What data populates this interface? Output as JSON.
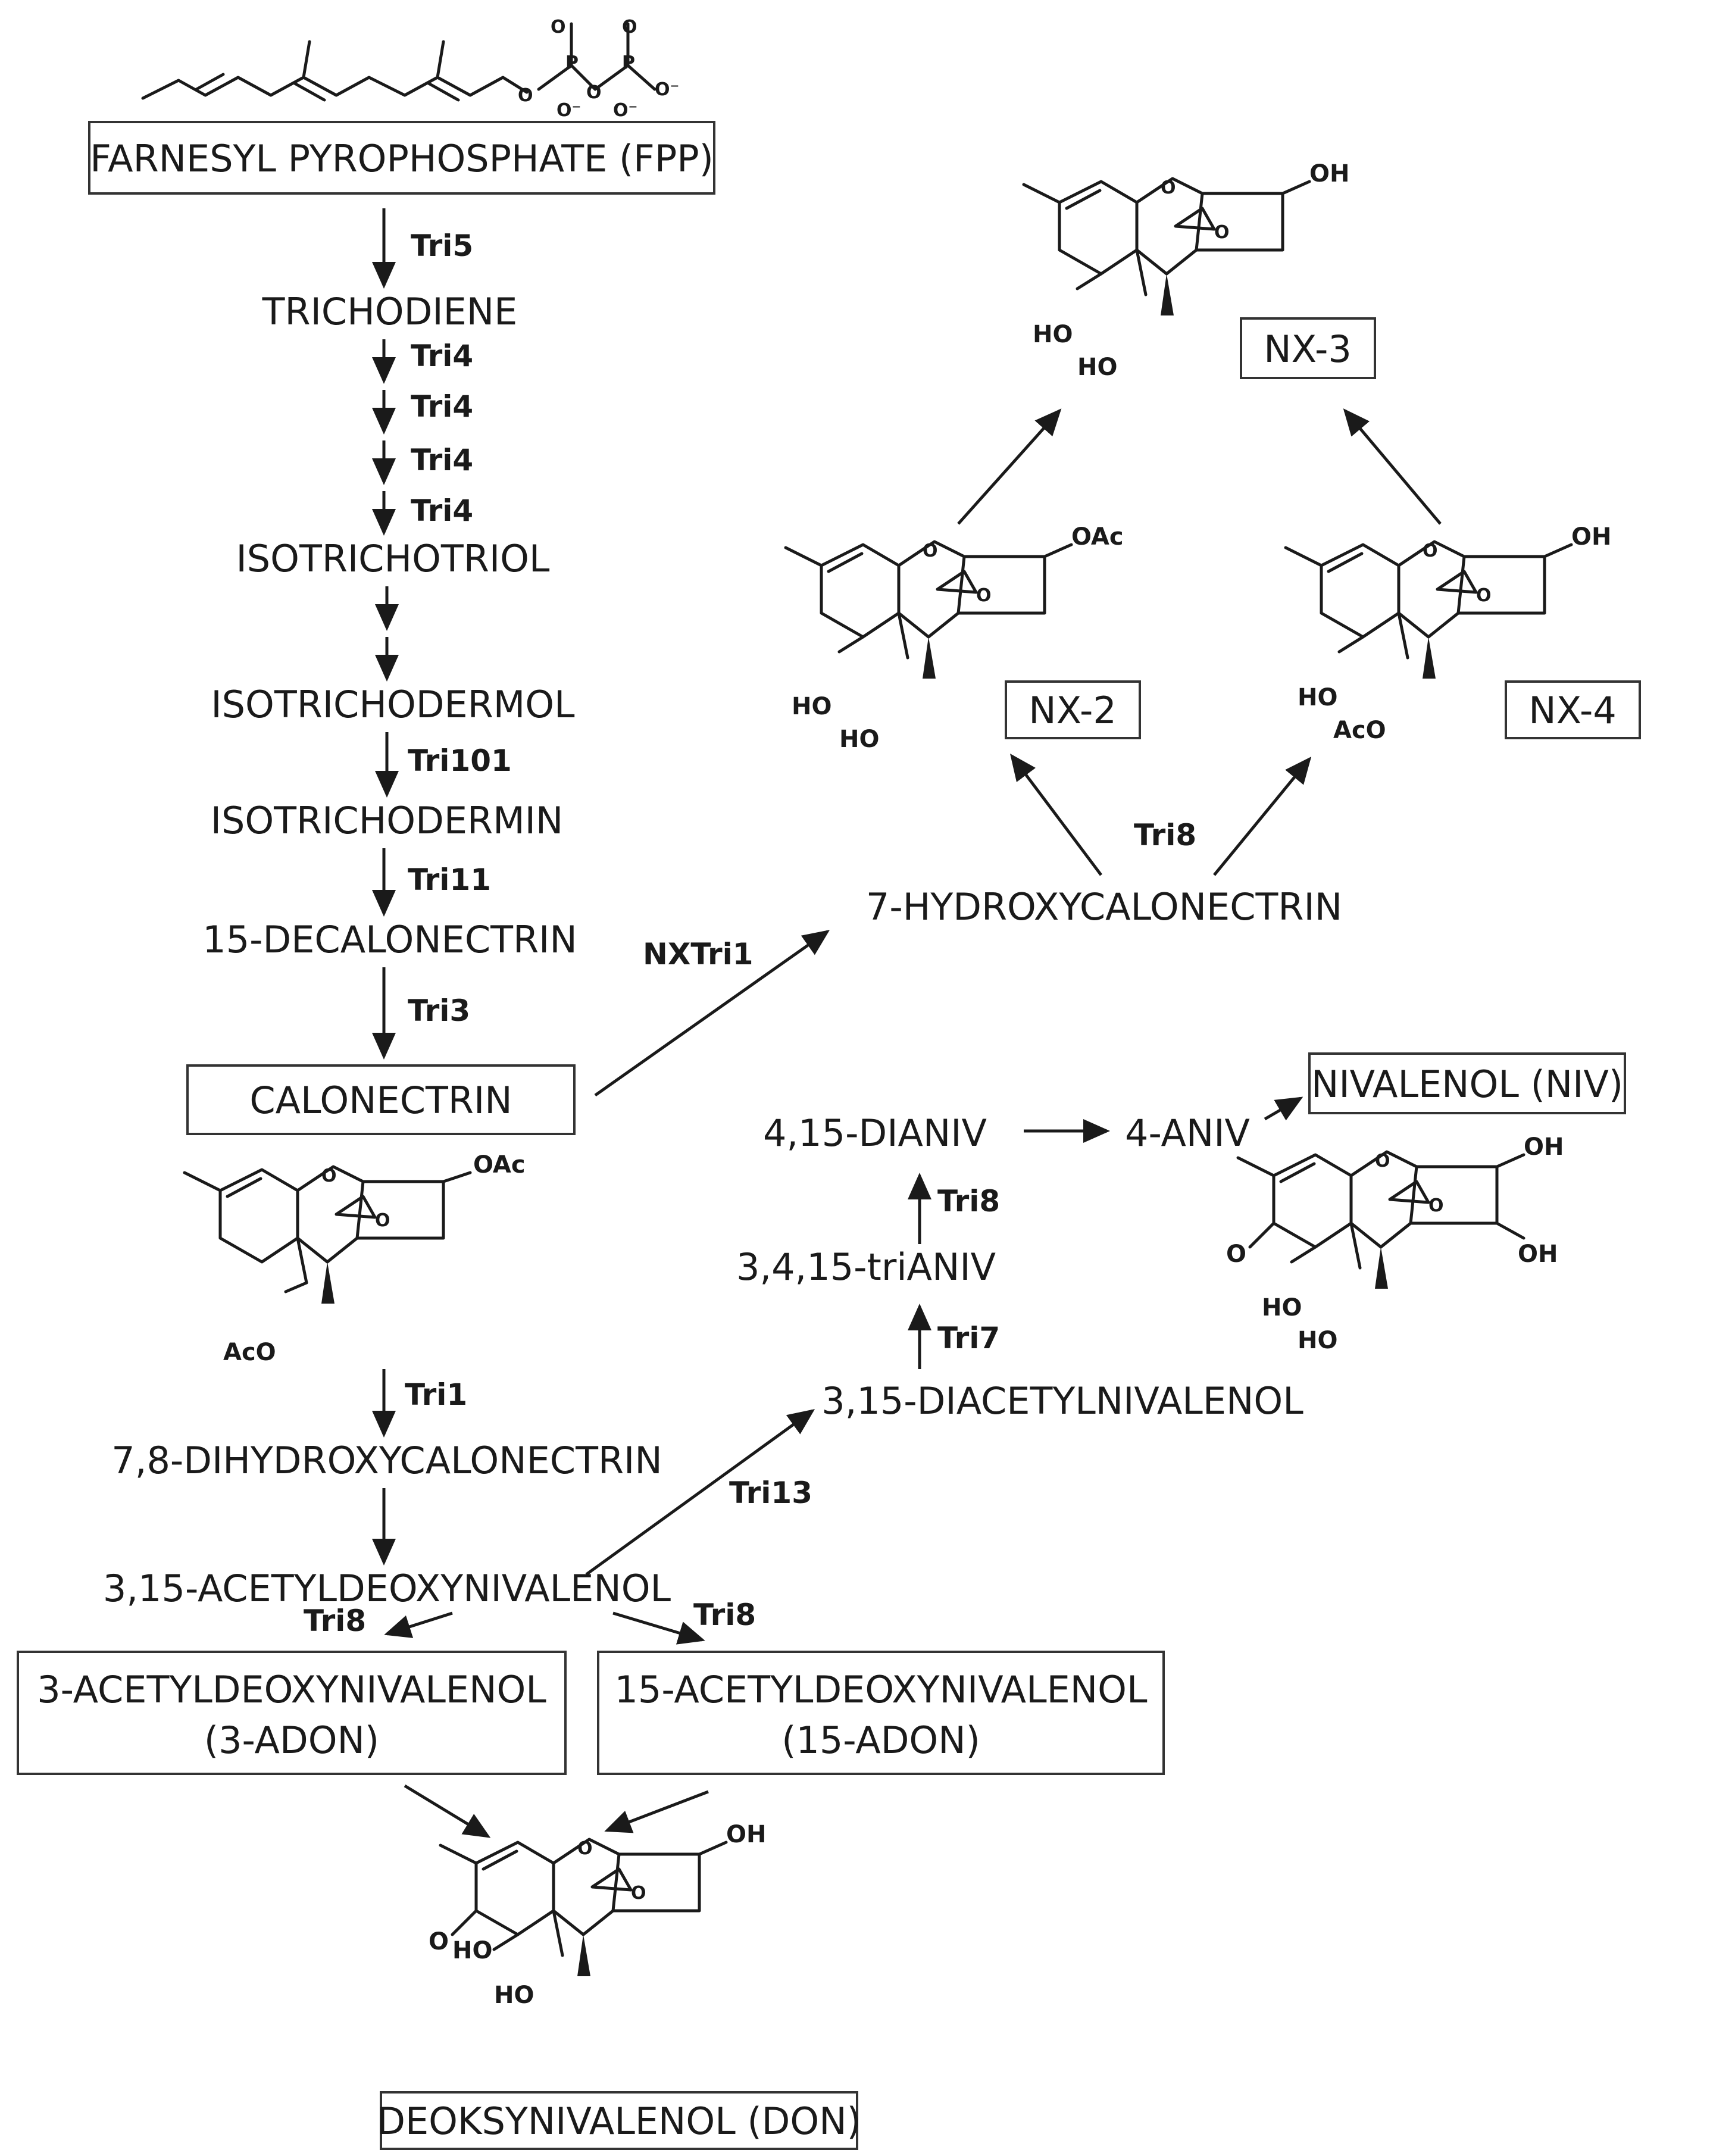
{
  "compounds": {
    "fpp": "FARNESYL PYROPHOSPHATE (FPP)",
    "trichodiene": "TRICHODIENE",
    "isotrichotriol": "ISOTRICHOTRIOL",
    "isotrichodermol": "ISOTRICHODERMOL",
    "isotrichodermin": "ISOTRICHODERMIN",
    "decalonectrin": "15-DECALONECTRIN",
    "calonectrin": "CALONECTRIN",
    "dihydroxycalonectrin": "7,8-DIHYDROXYCALONECTRIN",
    "acetyldon": "3,15-ACETYLDEOXYNIVALENOL",
    "adon3_line1": "3-ACETYLDEOXYNIVALENOL",
    "adon3_line2": "(3-ADON)",
    "adon15_line1": "15-ACETYLDEOXYNIVALENOL",
    "adon15_line2": "(15-ADON)",
    "don": "DEOKSYNIVALENOL (DON)",
    "hydroxycalonectrin": "7-HYDROXYCALONECTRIN",
    "nx2": "NX-2",
    "nx3": "NX-3",
    "nx4": "NX-4",
    "diacetylnivalenol": "3,15-DIACETYLNIVALENOL",
    "trianiv": "3,4,15-triANIV",
    "dianiv": "4,15-DIANIV",
    "aniv": "4-ANIV",
    "niv": "NIVALENOL (NIV)"
  },
  "enzymes": {
    "tri5": "Tri5",
    "tri4": "Tri4",
    "tri101": "Tri101",
    "tri11": "Tri11",
    "tri3": "Tri3",
    "tri1": "Tri1",
    "nxtri1": "NXTri1",
    "tri8": "Tri8",
    "tri13": "Tri13",
    "tri7": "Tri7"
  },
  "atoms": {
    "oh": "OH",
    "ho": "HO",
    "oac": "OAc",
    "aco": "AcO",
    "o": "O",
    "o_minus": "O⁻",
    "p": "P"
  },
  "colors": {
    "ink": "#1a1a1a",
    "box_border": "#333333",
    "background": "#ffffff"
  }
}
